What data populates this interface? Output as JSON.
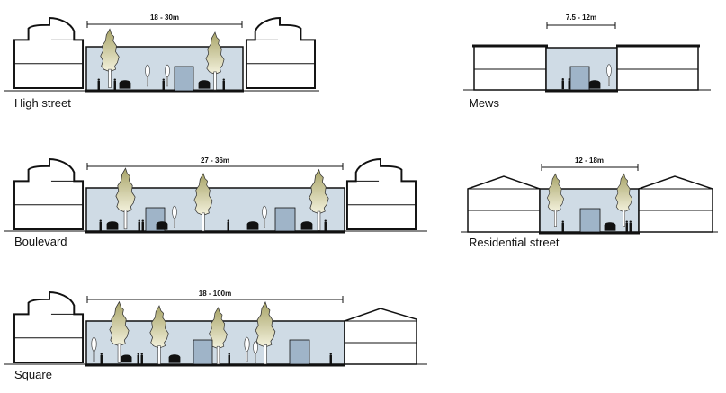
{
  "colors": {
    "sky": "#cfdbe5",
    "kiosk": "#9fb4c8",
    "tree_top": "#a8a468",
    "tree_bottom": "#f3f1dc",
    "line": "#111111"
  },
  "sections": [
    {
      "id": "high-street",
      "label": "High street",
      "width_range": "18 - 30m"
    },
    {
      "id": "mews",
      "label": "Mews",
      "width_range": "7.5 - 12m"
    },
    {
      "id": "boulevard",
      "label": "Boulevard",
      "width_range": "27 - 36m"
    },
    {
      "id": "residential-street",
      "label": "Residential street",
      "width_range": "12 - 18m"
    },
    {
      "id": "square",
      "label": "Square",
      "width_range": "18 - 100m"
    }
  ]
}
